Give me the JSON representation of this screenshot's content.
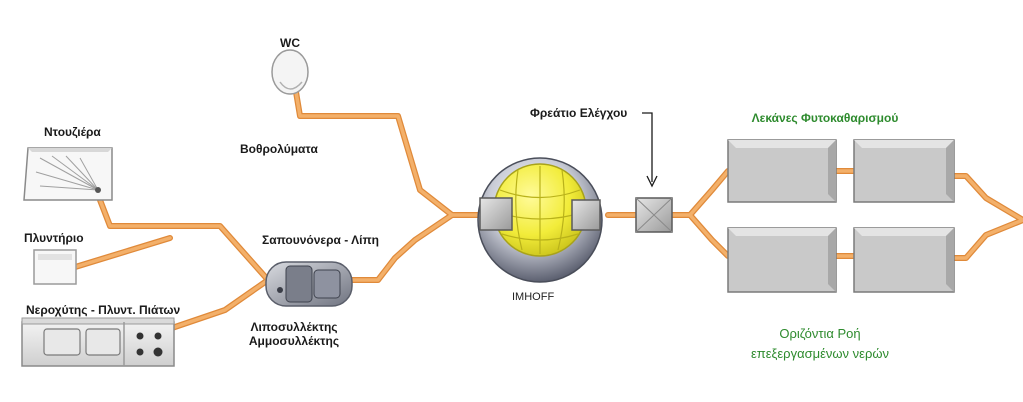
{
  "labels": {
    "wc": "WC",
    "sewage": "Βοθρολύματα",
    "shower": "Ντουζιέρα",
    "sink": "Πλυντήριο",
    "kitchen": "Νεροχύτης - Πλυντ. Πιάτων",
    "greywater": "Σαπουνόνερα - Λίπη",
    "grease_trap": "Λιποσυλλέκτης",
    "sand_trap": "Αμμοσυλλέκτης",
    "imhoff": "IMHOFF",
    "inspection": "Φρεάτιο Ελέγχου",
    "basins": "Λεκάνες Φυτοκαθαρισμού",
    "flow_line1": "Οριζόντια Ροή",
    "flow_line2": "επεξεργασμένων νερών"
  },
  "colors": {
    "pipe": "#f0a55a",
    "pipe_dark": "#e08a3a",
    "basin": "#c8c8c8",
    "imhoff_yellow": "#f2ec3a",
    "label_green": "#2e8b2e"
  }
}
